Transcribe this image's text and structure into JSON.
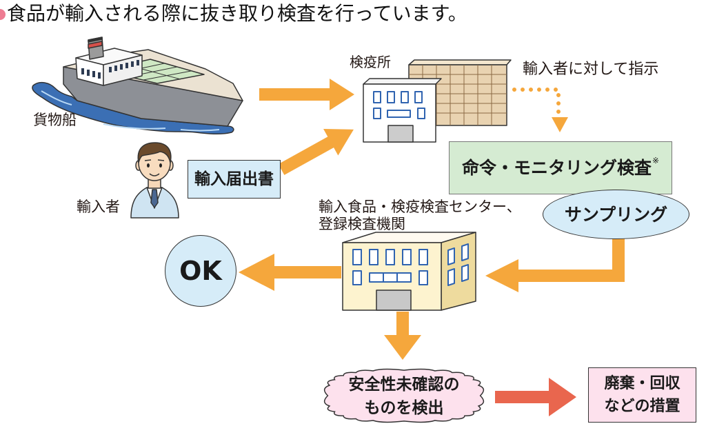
{
  "title": "食品が輸入される際に抜き取り検査を行っています。",
  "ship": {
    "label": "貨物船",
    "icon": "cargo-ship-icon"
  },
  "quarantine_station": {
    "label": "検疫所",
    "icon": "quarantine-station-icon"
  },
  "instruction": {
    "label": "輸入者に対して指示"
  },
  "importer": {
    "label": "輸入者",
    "icon": "importer-person-icon"
  },
  "import_notification": {
    "label": "輸入届出書"
  },
  "order_monitoring": {
    "label": "命令・モニタリング検査",
    "note_mark": "※"
  },
  "sampling": {
    "label": "サンプリング"
  },
  "inspection_center": {
    "lines": [
      "輸入食品・検疫検査センター、",
      "登録検査機関"
    ],
    "icon": "inspection-center-building-icon"
  },
  "result_ok": {
    "label": "OK"
  },
  "unsafe_detected": {
    "lines": [
      "安全性未確認の",
      "ものを検出"
    ]
  },
  "disposal": {
    "lines": [
      "廃棄・回収",
      "などの措置"
    ]
  },
  "colors": {
    "flow_arrow": "#f5a73c",
    "action_arrow": "#e9664e",
    "instruction_box": "#d5ebd2",
    "info_fill": "#d6ecf8",
    "alert_fill": "#fde1ed",
    "bullet": "#ee7d93"
  }
}
